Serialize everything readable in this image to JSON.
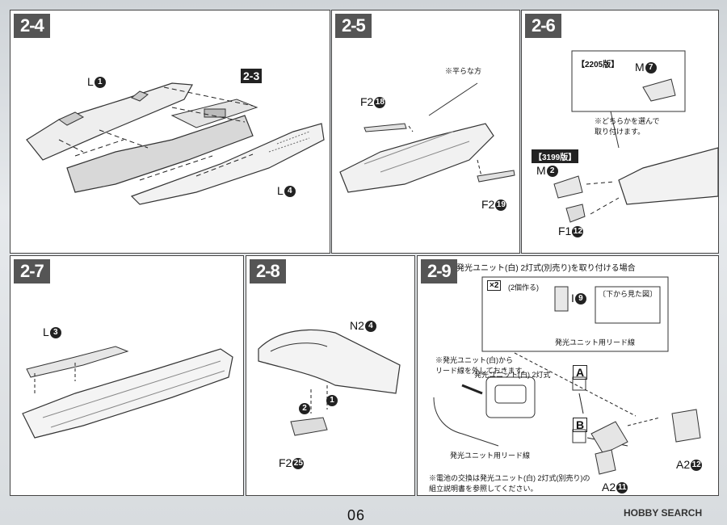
{
  "page_number": "06",
  "watermark": "HOBBY SEARCH",
  "steps": {
    "s2_4": {
      "number": "2-4",
      "parts": {
        "l1": "L",
        "l1_n": "1",
        "ref": "2-3",
        "l4": "L",
        "l4_n": "4"
      }
    },
    "s2_5": {
      "number": "2-5",
      "parts": {
        "f2a": "F2",
        "f2a_n": "18",
        "f2b": "F2",
        "f2b_n": "19"
      },
      "note": "※平らな方"
    },
    "s2_6": {
      "number": "2-6",
      "tag_a": "【2205版】",
      "tag_b": "【3199版】",
      "parts": {
        "m7": "M",
        "m7_n": "7",
        "m2": "M",
        "m2_n": "2",
        "f1": "F1",
        "f1_n": "12"
      },
      "note_line1": "※どちらかを選んで",
      "note_line2": "取り付けます。"
    },
    "s2_7": {
      "number": "2-7",
      "parts": {
        "l3": "L",
        "l3_n": "3"
      }
    },
    "s2_8": {
      "number": "2-8",
      "parts": {
        "n2": "N2",
        "n2_n": "4",
        "f2": "F2",
        "f2_n": "25",
        "arrow1": "1",
        "arrow2": "2"
      }
    },
    "s2_9": {
      "number": "2-9",
      "title": "発光ユニット(白) 2灯式(別売り)を取り付ける場合",
      "x2": "×2",
      "x2_note": "(2個作る)",
      "i9": "I",
      "i9_n": "9",
      "bottom_view": "〔下から見た図〕",
      "lead_wire": "発光ユニット用リード線",
      "remove_note_line1": "※発光ユニット(白)から",
      "remove_note_line2": "リード線を外しておきます。",
      "unit_name": "発光ユニット(白) 2灯式",
      "unit_lead": "発光ユニット用リード線",
      "label_a": "A",
      "label_b": "B",
      "a2a": "A2",
      "a2a_n": "12",
      "a2b": "A2",
      "a2b_n": "11",
      "battery_line1": "※電池の交換は発光ユニット(白) 2灯式(別売り)の",
      "battery_line2": "組立説明書を参照してください。"
    }
  }
}
